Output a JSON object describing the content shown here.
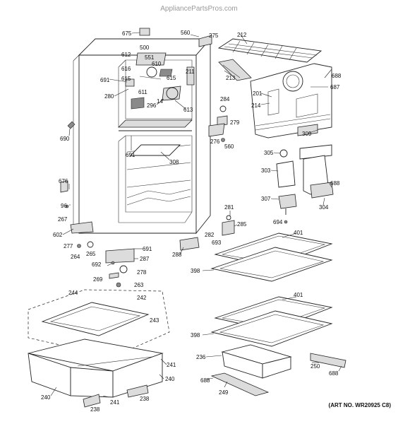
{
  "watermark": "AppliancePartsPros.com",
  "art_number": "(ART NO. WR20925 C8)",
  "callouts": {
    "c675": "675",
    "c560a": "560",
    "c275": "275",
    "c212": "212",
    "c500": "500",
    "c612": "612",
    "c551": "551",
    "c610": "610",
    "c616": "616",
    "c691a": "691",
    "c615a": "615",
    "c615b": "615",
    "c211": "211",
    "c213": "213",
    "c688a": "688",
    "c687": "687",
    "c280": "280",
    "c611": "611",
    "c201": "201",
    "c214": "214",
    "c296": "296",
    "c14": "14",
    "c613": "613",
    "c284": "284",
    "c279": "279",
    "c690": "690",
    "c309": "309",
    "c276": "276",
    "c560b": "560",
    "c691b": "691",
    "c308": "308",
    "c305": "305",
    "c303": "303",
    "c688b": "688",
    "c676": "676",
    "c96": "96",
    "c307": "307",
    "c304": "304",
    "c267": "267",
    "c281": "281",
    "c694": "694",
    "c285": "285",
    "c602": "602",
    "c282": "282",
    "c277": "277",
    "c693": "693",
    "c401a": "401",
    "c264": "264",
    "c265": "265",
    "c691c": "691",
    "c287": "287",
    "c288": "288",
    "c692": "692",
    "c278": "278",
    "c398a": "398",
    "c269": "269",
    "c263": "263",
    "c244": "244",
    "c242": "242",
    "c401b": "401",
    "c243": "243",
    "c398b": "398",
    "c236": "236",
    "c241a": "241",
    "c250": "250",
    "c688c": "688",
    "c688d": "688",
    "c240a": "240",
    "c249": "249",
    "c240b": "240",
    "c241b": "241",
    "c238a": "238",
    "c238b": "238"
  }
}
